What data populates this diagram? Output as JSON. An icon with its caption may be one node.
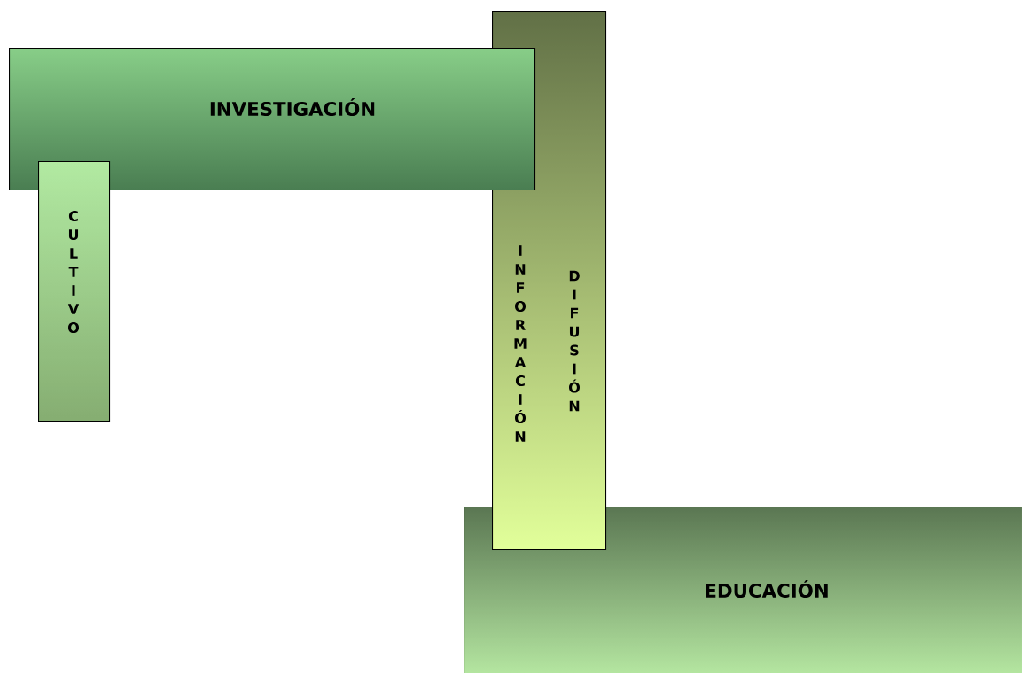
{
  "diagram": {
    "nodes": [
      {
        "text": [
          "INVESTIGACIÓN"
        ]
      },
      {
        "text": [
          "CULTIVO"
        ]
      },
      {
        "text": [
          "INFORMACIÓN",
          "DIFUSIÓN"
        ]
      },
      {
        "text": [
          "EDUCACIÓN"
        ]
      }
    ]
  }
}
